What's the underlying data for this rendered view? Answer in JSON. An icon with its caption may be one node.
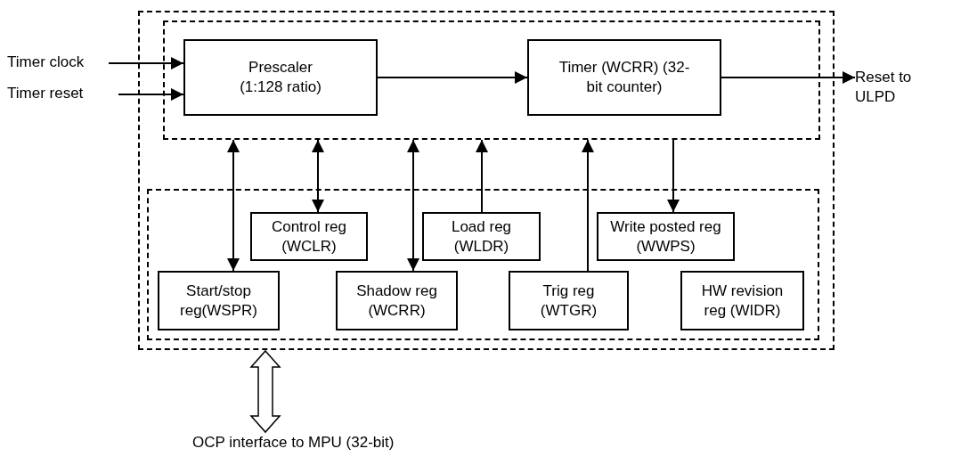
{
  "diagram": {
    "nodes": [
      {
        "text": [],
        "shape": "box"
      },
      {
        "text": [],
        "shape": "box",
        "in": 0
      },
      {
        "text": [
          "Prescaler (1:128 ratio)"
        ],
        "in": 1
      },
      {
        "text": [
          "Timer (WCRR) (32-bit counter)"
        ],
        "in": 1
      },
      {
        "text": [],
        "shape": "box",
        "in": 0
      },
      {
        "text": [
          "Control reg (WCLR)"
        ],
        "in": 4
      },
      {
        "text": [
          "Load reg (WLDR)"
        ],
        "in": 4
      },
      {
        "text": [
          "Write posted reg (WWPS)"
        ],
        "in": 4
      },
      {
        "text": [
          "Start/stop reg(WSPR)"
        ],
        "in": 4
      },
      {
        "text": [
          "Shadow reg (WCRR)"
        ],
        "in": 4
      },
      {
        "text": [
          "Trig reg (WTGR)"
        ],
        "in": 4
      },
      {
        "text": [
          "HW revision reg (WIDR)"
        ],
        "in": 4
      },
      {
        "text": [
          "Timer clock"
        ]
      },
      {
        "text": [
          "Timer reset"
        ]
      },
      {
        "text": [
          "Reset to ULPD"
        ]
      },
      {
        "text": [
          "OCP interface to MPU (32-bit)"
        ]
      }
    ],
    "edges": [
      {
        "from": 12,
        "to": 2,
        "arrow": "to"
      },
      {
        "from": 13,
        "to": 2,
        "arrow": "to"
      },
      {
        "from": 2,
        "to": 3,
        "arrow": "to"
      },
      {
        "from": 3,
        "to": 14,
        "arrow": "to"
      },
      {
        "from": 8,
        "to": 1,
        "arrow": "both"
      },
      {
        "from": 5,
        "to": 1,
        "arrow": "both"
      },
      {
        "from": 9,
        "to": 1,
        "arrow": "both"
      },
      {
        "from": 6,
        "to": 1,
        "arrow": "to"
      },
      {
        "from": 10,
        "to": 1,
        "arrow": "to"
      },
      {
        "from": 1,
        "to": 7,
        "arrow": "to"
      },
      {
        "from": 0,
        "to": 15,
        "arrow": "both",
        "style": "thick"
      }
    ]
  }
}
